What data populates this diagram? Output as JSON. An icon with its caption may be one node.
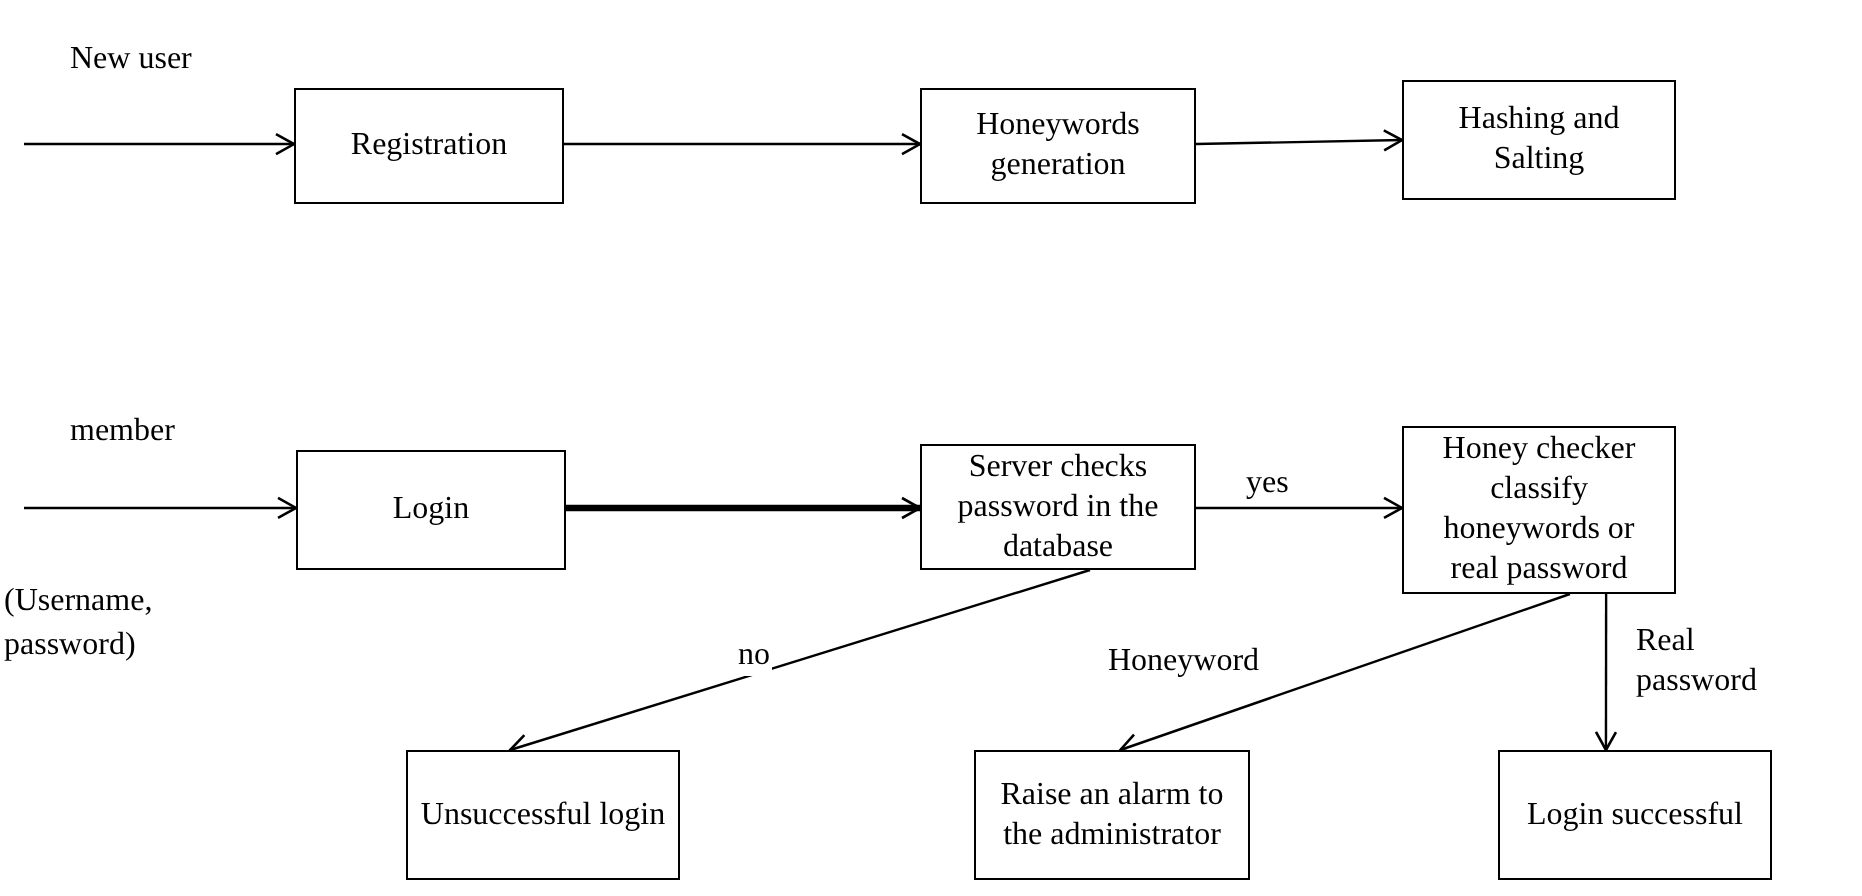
{
  "diagram": {
    "nodes": [
      {
        "text": [
          "Registration"
        ]
      },
      {
        "text": [
          "Honeywords generation"
        ]
      },
      {
        "text": [
          "Hashing and Salting"
        ]
      },
      {
        "text": [
          "Login"
        ]
      },
      {
        "text": [
          "Server checks password in the database"
        ]
      },
      {
        "text": [
          "Honey checker classify honeywords or real password"
        ]
      },
      {
        "text": [
          "Unsuccessful login"
        ]
      },
      {
        "text": [
          "Raise an alarm to the administrator"
        ]
      },
      {
        "text": [
          "Login successful"
        ]
      }
    ],
    "edges": [
      {
        "from": null,
        "to": 0,
        "arrow": "to",
        "label": "New user"
      },
      {
        "from": 0,
        "to": 1,
        "arrow": "to"
      },
      {
        "from": 1,
        "to": 2,
        "arrow": "to"
      },
      {
        "from": null,
        "to": 3,
        "arrow": "to",
        "label": "member"
      },
      {
        "from": 3,
        "to": 4,
        "arrow": "to",
        "style": "thick"
      },
      {
        "from": 4,
        "to": 5,
        "arrow": "to",
        "label": "yes"
      },
      {
        "from": 4,
        "to": 6,
        "arrow": "to",
        "label": "no"
      },
      {
        "from": 5,
        "to": 7,
        "arrow": "to",
        "label": "Honeyword"
      },
      {
        "from": 5,
        "to": 8,
        "arrow": "to",
        "label": "Real password"
      }
    ],
    "labels": [
      "(Username, password)"
    ]
  }
}
